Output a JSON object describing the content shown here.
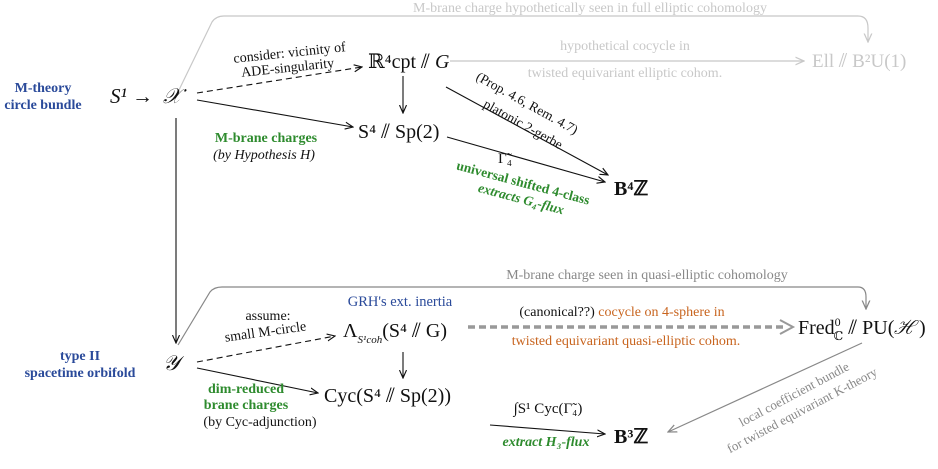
{
  "colors": {
    "black": "#111111",
    "blue": "#2a4a9a",
    "green": "#2e8b2e",
    "orange": "#c8641e",
    "gray": "#888888",
    "lightgray": "#c8c8c8",
    "dashed_gray": "#999999"
  },
  "nodes": {
    "s1": "S¹ →",
    "X": "𝒳",
    "Y": "𝒴",
    "R4": "ℝ⁴cpt",
    "R4_sep": " ⫽ ",
    "R4_G": "G",
    "S4sp": "S⁴ ⫽ Sp(2)",
    "B4Z": "B⁴ℤ",
    "Ell": "Ell ⫽ B²U(1)",
    "Lambda": "Λ",
    "Lambda_sub": "S¹coh",
    "Lambda_arg": "(S⁴ ⫽ G)",
    "CycS4": "Cyc(S⁴ ⫽ Sp(2))",
    "Fred": "Fred",
    "Fred_sup": "0",
    "Fred_sub": "ℂ",
    "Fred_rest": " ⫽ PU(ℋ)",
    "B3Z": "B³ℤ"
  },
  "labels": {
    "m_theory_1": "M-theory",
    "m_theory_2": "circle bundle",
    "type_ii_1": "type II",
    "type_ii_2": "spacetime orbifold",
    "consider_1": "consider: vicinity of",
    "consider_2": "ADE-singularity",
    "m_brane_charges": "M-brane charges",
    "by_hypothesis": "(by Hypothesis H)",
    "prop_1": "(Prop. 4.6, Rem. 4.7)",
    "prop_2": "platonic 2-gerbe",
    "gamma4": "Γ̃₄",
    "universal_1": "universal shifted 4-class",
    "universal_2": "extracts G₄-flux",
    "top_arc": "M-brane charge hypothetically seen in full elliptic cohomology",
    "hyp_1": "hypothetical cocycle in",
    "hyp_2": "twisted equivariant elliptic cohom.",
    "quasi_arc": "M-brane charge seen in quasi-elliptic cohomology",
    "assume_1": "assume:",
    "assume_2": "small M-circle",
    "grh": "GRH's ext. inertia",
    "canonical_prefix": "(canonical??) ",
    "canonical_orange": "cocycle on 4-sphere in",
    "canonical_2": "twisted equivariant quasi-elliptic cohom.",
    "dim_1": "dim-reduced",
    "dim_2": "brane charges",
    "by_cyc": "(by Cyc-adjunction)",
    "integral": "∫S¹ Cyc(Γ̃₄)",
    "extract_h3": "extract H₃-flux",
    "local_1": "local coefficient bundle",
    "local_2": "for twisted equivariant K-theory"
  }
}
